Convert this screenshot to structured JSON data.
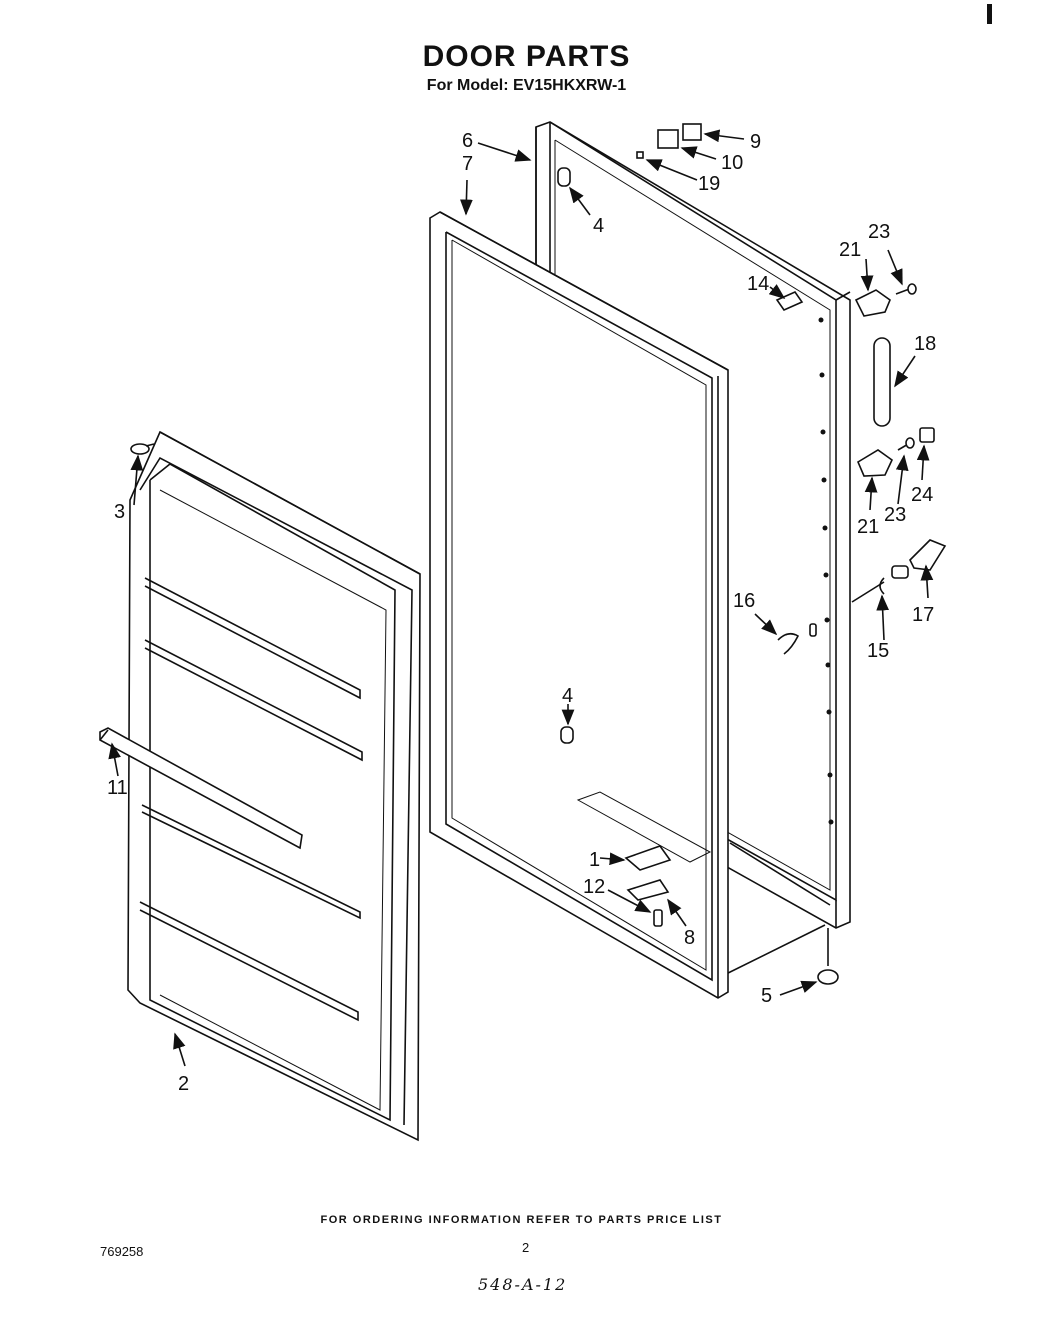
{
  "header": {
    "title": "DOOR PARTS",
    "subtitle": "For Model: EV15HKXRW-1"
  },
  "footer": {
    "ordering_note": "FOR ORDERING INFORMATION REFER TO PARTS PRICE LIST",
    "document_number": "769258",
    "page_number": "2",
    "handwritten_note": "548-A-12"
  },
  "callouts": {
    "c1": "1",
    "c2": "2",
    "c3": "3",
    "c4a": "4",
    "c4b": "4",
    "c5": "5",
    "c6": "6",
    "c7": "7",
    "c8": "8",
    "c9": "9",
    "c10": "10",
    "c11": "11",
    "c12": "12",
    "c14": "14",
    "c15": "15",
    "c16": "16",
    "c17": "17",
    "c18": "18",
    "c19": "19",
    "c21a": "21",
    "c21b": "21",
    "c23a": "23",
    "c23b": "23",
    "c24": "24"
  }
}
